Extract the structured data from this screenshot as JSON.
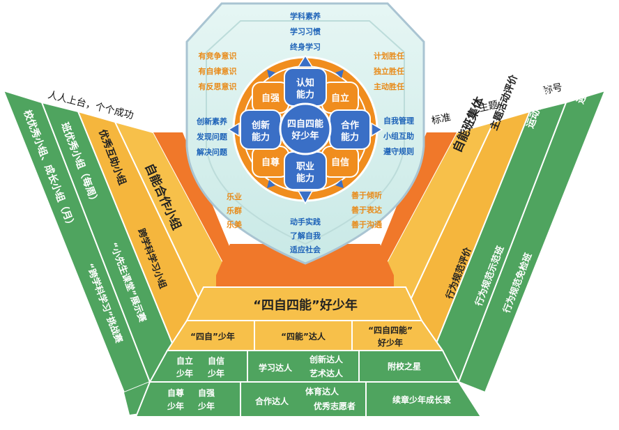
{
  "top_labels": {
    "left": "人人上台，个个成功",
    "standard": "标准",
    "theme": "主题",
    "title_label": "称号"
  },
  "center": {
    "core": [
      "四自四能",
      "好少年"
    ],
    "petals": {
      "top": [
        "认知",
        "能力"
      ],
      "right": [
        "合作",
        "能力"
      ],
      "bottom": [
        "职业",
        "能力"
      ],
      "left": [
        "创新",
        "能力"
      ],
      "top_left": "自强",
      "top_right": "自立",
      "bottom_left": "自尊",
      "bottom_right": "自信"
    }
  },
  "shield_text": {
    "top": [
      "学科素养",
      "学习习惯",
      "终身学习"
    ],
    "top_left": [
      "有竞争意识",
      "有自律意识",
      "有反思意识"
    ],
    "top_right": [
      "计划胜任",
      "独立胜任",
      "主动胜任"
    ],
    "left": [
      "创新素养",
      "发现问题",
      "解决问题"
    ],
    "right": [
      "自我管理",
      "小组互助",
      "遵守规则"
    ],
    "bottom_left": [
      "乐业",
      "乐群",
      "乐美"
    ],
    "bottom": [
      "动手实践",
      "了解自我",
      "适应社会"
    ],
    "bottom_right": [
      "善于倾听",
      "善于表达",
      "善于沟通"
    ]
  },
  "left_wing": {
    "col1": "校优秀小组、成长小组（月）",
    "col2": "班优秀小组（每周）",
    "col3": "优秀互助小组",
    "col4": "自能合作小组",
    "col3_low": "跨学科学习小组",
    "col2_low": "“小先生课堂”展示赛",
    "col1_low": "“跨学科学习”挑战赛"
  },
  "right_wing": {
    "col4": "自能班集体",
    "col3": "主题活动评价",
    "col2": "运动会 美育节 科技节",
    "col1": "迎新文艺“爱心中队”…",
    "col3_low": "行为规范评价",
    "col2_low": "行为规范示范班",
    "col1_low": "行为规范免检班"
  },
  "bottom": {
    "main_title": "“四自四能”好少年",
    "row1": [
      "“四自”少年",
      "“四能”达人",
      "“四自四能”",
      "好少年"
    ],
    "row2": {
      "a": [
        "自立",
        "自信",
        "少年",
        "少年"
      ],
      "b": [
        "学习达人",
        "创新达人",
        "艺术达人"
      ],
      "c": "附校之星"
    },
    "row3": {
      "a": [
        "自尊",
        "自强",
        "少年",
        "少年"
      ],
      "b": [
        "合作达人",
        "体育达人",
        "优秀志愿者"
      ],
      "c": "续章少年成长录"
    }
  },
  "colors": {
    "green": "#4fa45f",
    "orange": "#f5b63d",
    "deep_orange": "#f0782a",
    "blue": "#3a6fc6",
    "petal_orange": "#f08d1e",
    "shield": "#d8f0ee",
    "text_blue": "#1e63b8",
    "text_orange": "#e88a18"
  }
}
